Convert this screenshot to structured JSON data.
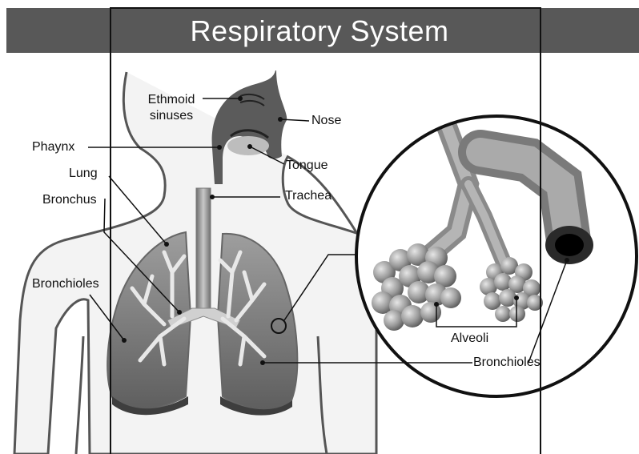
{
  "title": "Respiratory System",
  "labels": {
    "ethmoid_line1": "Ethmoid",
    "ethmoid_line2": "sinuses",
    "nose": "Nose",
    "phaynx": "Phaynx",
    "tongue": "Tongue",
    "lung": "Lung",
    "trachea": "Trachea",
    "bronchus": "Bronchus",
    "bronchioles_left": "Bronchioles",
    "alveoli": "Alveoli",
    "bronchioles_right": "Bronchioles"
  },
  "colors": {
    "title_bar": "#585858",
    "title_text": "#ffffff",
    "outline": "#111111",
    "lung_fill": "#7a7a7a",
    "airway": "#a8a8a8",
    "alveoli": "#9c9c9c",
    "body_bg": "#f2f2f2"
  }
}
